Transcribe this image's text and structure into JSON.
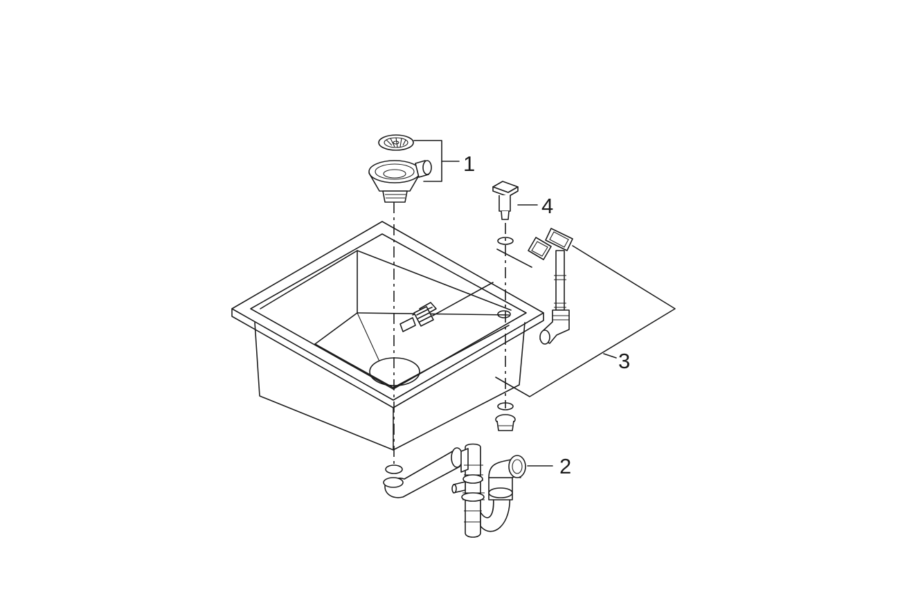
{
  "diagram": {
    "parts": [
      {
        "id": "part-1",
        "number": "1",
        "name": "basket-strainer-waste"
      },
      {
        "id": "part-2",
        "number": "2",
        "name": "siphon-trap"
      },
      {
        "id": "part-3",
        "number": "3",
        "name": "overflow-set"
      },
      {
        "id": "part-4",
        "number": "4",
        "name": "tap-hole-cover"
      }
    ],
    "colors": {
      "line": "#1a1a1a",
      "background": "#ffffff"
    }
  }
}
